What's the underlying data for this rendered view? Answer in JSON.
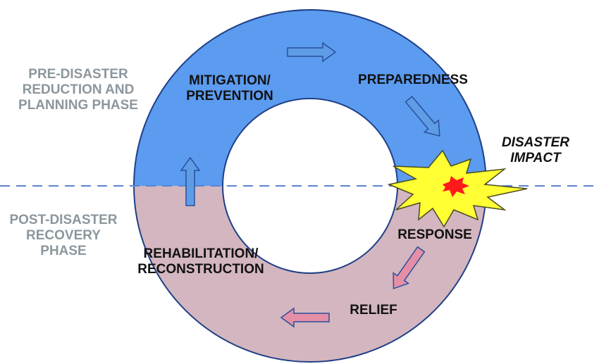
{
  "phases": {
    "pre": [
      "PRE-DISASTER",
      "REDUCTION AND",
      "PLANNING PHASE"
    ],
    "post": [
      "POST-DISASTER",
      "RECOVERY",
      "PHASE"
    ]
  },
  "stages": {
    "mitigation": [
      "MITIGATION/",
      "PREVENTION"
    ],
    "preparedness": "PREPAREDNESS",
    "impact": [
      "DISASTER",
      "IMPACT"
    ],
    "response": "RESPONSE",
    "relief": "RELIEF",
    "rehabilitation": [
      "REHABILITATION/",
      "RECONSTRUCTION"
    ]
  },
  "colors": {
    "pre_phase": "#5b9bf0",
    "post_phase": "#d3b6bf",
    "outline": "#1f3f86",
    "pre_arrow": "#5f9ce6",
    "post_arrow": "#e48fa6",
    "divider": "#5a86d2",
    "starburst": "#ffff33",
    "starburst_core": "#ff1a1a"
  }
}
